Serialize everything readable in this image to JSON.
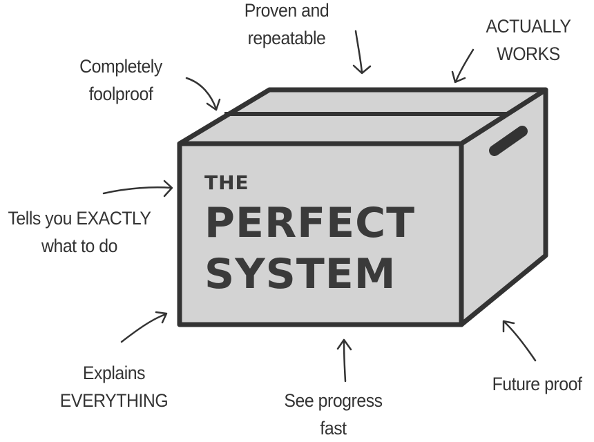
{
  "box": {
    "title_small": "THE",
    "title_line1": "PERFECT",
    "title_line2": "SYSTEM"
  },
  "labels": {
    "proven": [
      "Proven and",
      "repeatable"
    ],
    "works": [
      "ACTUALLY",
      "WORKS"
    ],
    "foolproof": [
      "Completely",
      "foolproof"
    ],
    "exactly": [
      "Tells you EXACTLY",
      "what to do"
    ],
    "explains": [
      "Explains",
      "EVERYTHING"
    ],
    "progress": [
      "See progress",
      "fast"
    ],
    "future": [
      "Future proof"
    ]
  },
  "colors": {
    "fill": "#d3d3d3",
    "stroke": "#333333"
  }
}
